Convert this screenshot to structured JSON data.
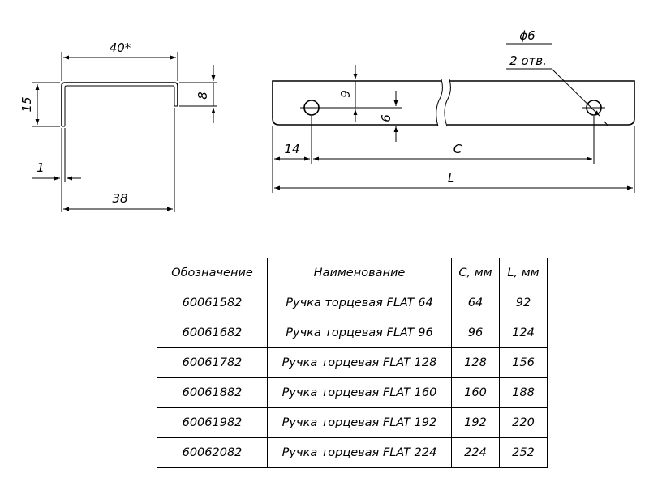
{
  "profile_view": {
    "width_outer_label": "40*",
    "height_label": "15",
    "flange_label": "8",
    "thickness_label": "1",
    "width_inner_label": "38"
  },
  "plan_view": {
    "hole_diameter_label": "ϕ6",
    "hole_count_label": "2 отв.",
    "hole_offset_label": "9",
    "hole_pos_label": "6",
    "edge_to_hole_label": "14",
    "hole_spacing_label": "C",
    "total_length_label": "L"
  },
  "table": {
    "headers": [
      "Обозначение",
      "Наименование",
      "C, мм",
      "L, мм"
    ],
    "rows": [
      {
        "code": "60061582",
        "name": "Ручка торцевая FLAT 64",
        "c": "64",
        "l": "92"
      },
      {
        "code": "60061682",
        "name": "Ручка торцевая FLAT 96",
        "c": "96",
        "l": "124"
      },
      {
        "code": "60061782",
        "name": "Ручка торцевая FLAT 128",
        "c": "128",
        "l": "156"
      },
      {
        "code": "60061882",
        "name": "Ручка торцевая FLAT 160",
        "c": "160",
        "l": "188"
      },
      {
        "code": "60061982",
        "name": "Ручка торцевая FLAT 192",
        "c": "192",
        "l": "220"
      },
      {
        "code": "60062082",
        "name": "Ручка торцевая FLAT 224",
        "c": "224",
        "l": "252"
      }
    ]
  }
}
